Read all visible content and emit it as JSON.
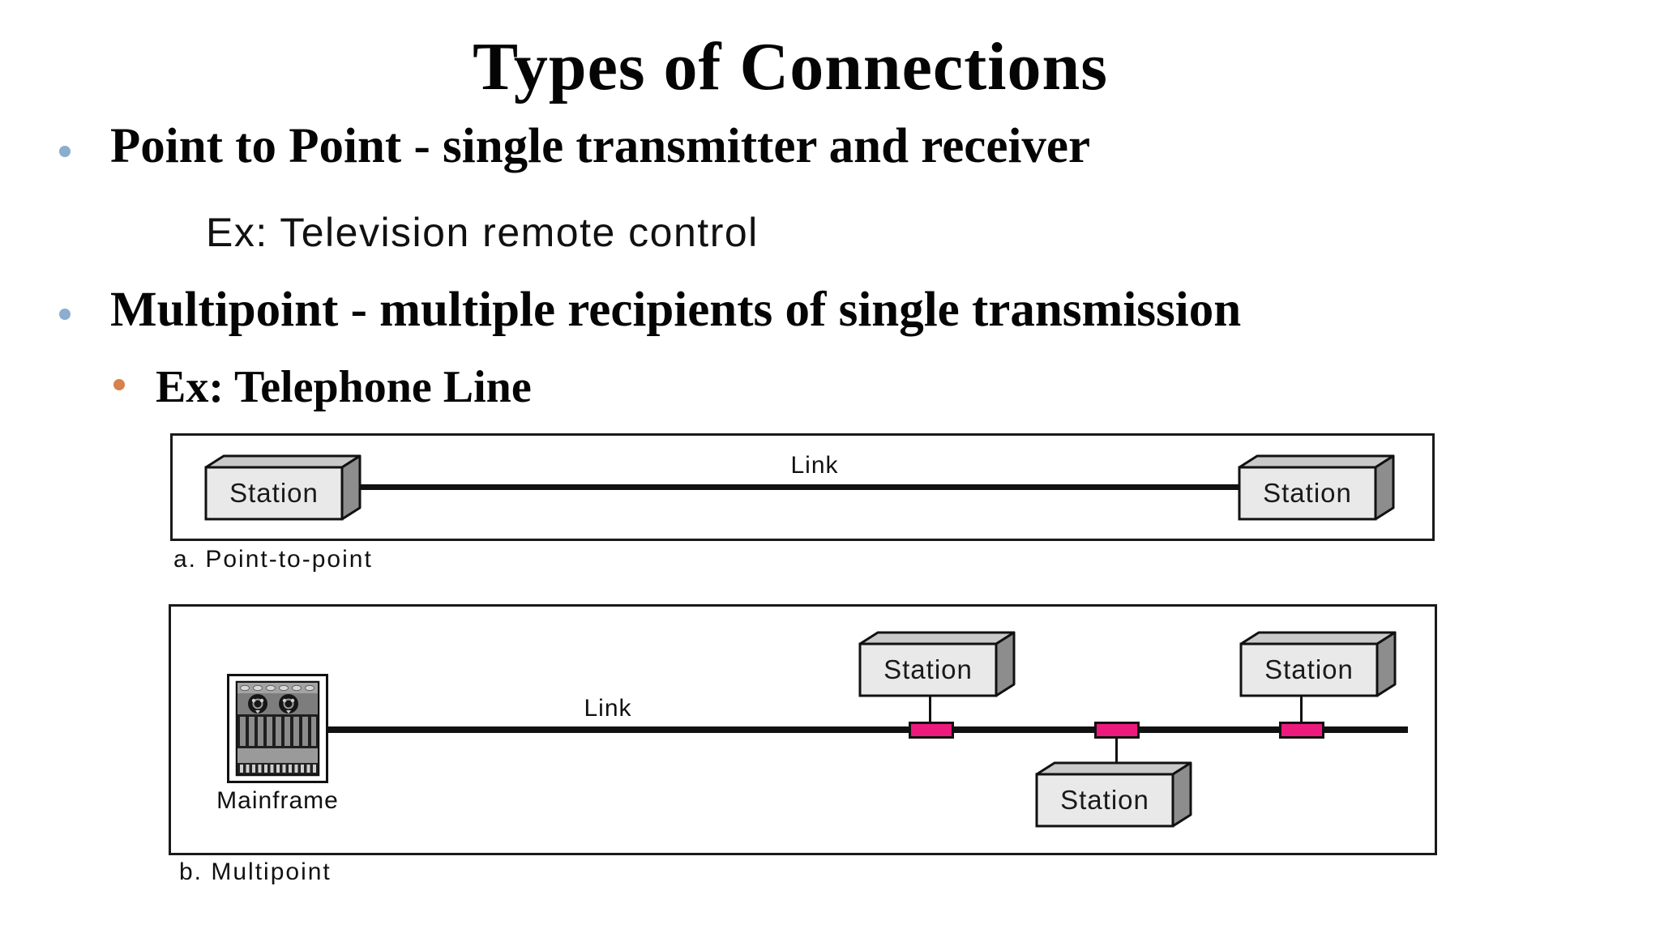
{
  "slide": {
    "title": "Types of Connections",
    "bullets": [
      {
        "label": "Point to Point - single transmitter and receiver",
        "example": "Ex: Television remote control"
      },
      {
        "label": "Multipoint - multiple recipients of single transmission",
        "example": "Ex: Telephone Line"
      }
    ]
  },
  "diagram_a": {
    "caption": "a. Point-to-point",
    "link_label": "Link",
    "stations": [
      "Station",
      "Station"
    ]
  },
  "diagram_b": {
    "caption": "b. Multipoint",
    "link_label": "Link",
    "mainframe_label": "Mainframe",
    "stations": [
      "Station",
      "Station",
      "Station"
    ]
  },
  "colors": {
    "bullet_blue": "#8badce",
    "bullet_orange": "#d6824d",
    "tap_pink": "#ed1a7d",
    "box_front": "#e9e9e9",
    "box_top": "#c9c9c9",
    "box_side": "#8d8d8d",
    "line_black": "#111111"
  }
}
